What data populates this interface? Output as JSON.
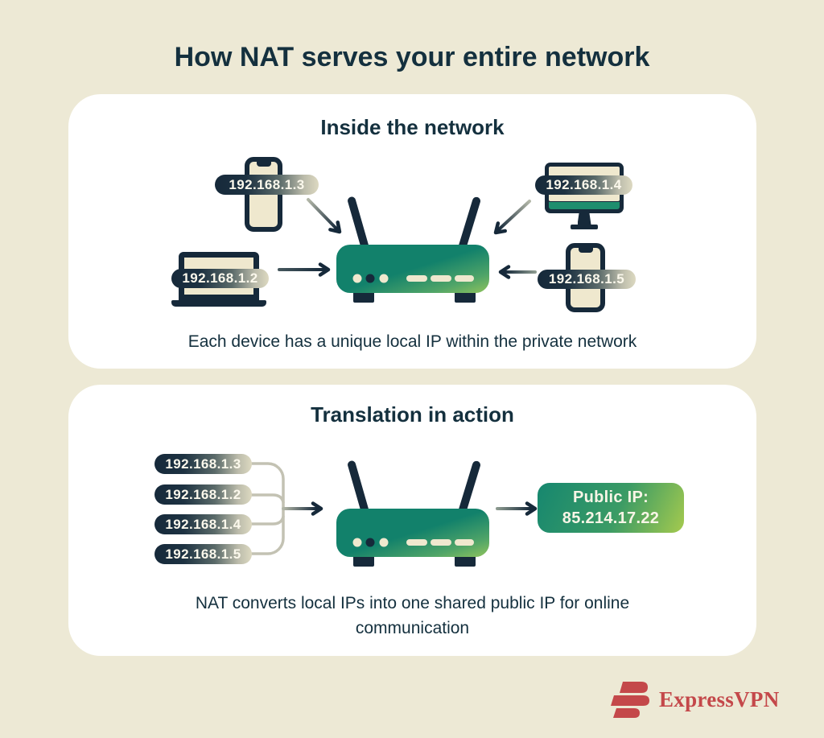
{
  "title": "How NAT serves your entire network",
  "inside_card": {
    "heading": "Inside the network",
    "caption": "Each device has a unique local IP within the private network",
    "devices": [
      {
        "name": "smartphone-1",
        "icon": "smartphone-icon",
        "ip": "192.168.1.3"
      },
      {
        "name": "desktop-monitor",
        "icon": "monitor-icon",
        "ip": "192.168.1.4"
      },
      {
        "name": "laptop",
        "icon": "laptop-icon",
        "ip": "192.168.1.2"
      },
      {
        "name": "smartphone-2",
        "icon": "smartphone-icon",
        "ip": "192.168.1.5"
      }
    ]
  },
  "translation_card": {
    "heading": "Translation in action",
    "caption": "NAT converts local IPs into one shared public IP for online communication",
    "local_ips": [
      "192.168.1.3",
      "192.168.1.2",
      "192.168.1.4",
      "192.168.1.5"
    ],
    "public_ip": {
      "label": "Public IP:",
      "address": "85.214.17.22"
    }
  },
  "footer": {
    "brand": "ExpressVPN"
  },
  "icons": [
    "smartphone-icon",
    "monitor-icon",
    "laptop-icon",
    "router-icon",
    "arrow-icon",
    "brace-connector-icon",
    "expressvpn-logo-icon"
  ],
  "colors": {
    "background": "#EDE9D5",
    "card": "#FFFFFF",
    "navy": "#16293A",
    "router_green": "#12816B",
    "router_green_light": "#8FC35D",
    "brand_red": "#C4484A",
    "screen_cream": "#EFE8CE"
  }
}
